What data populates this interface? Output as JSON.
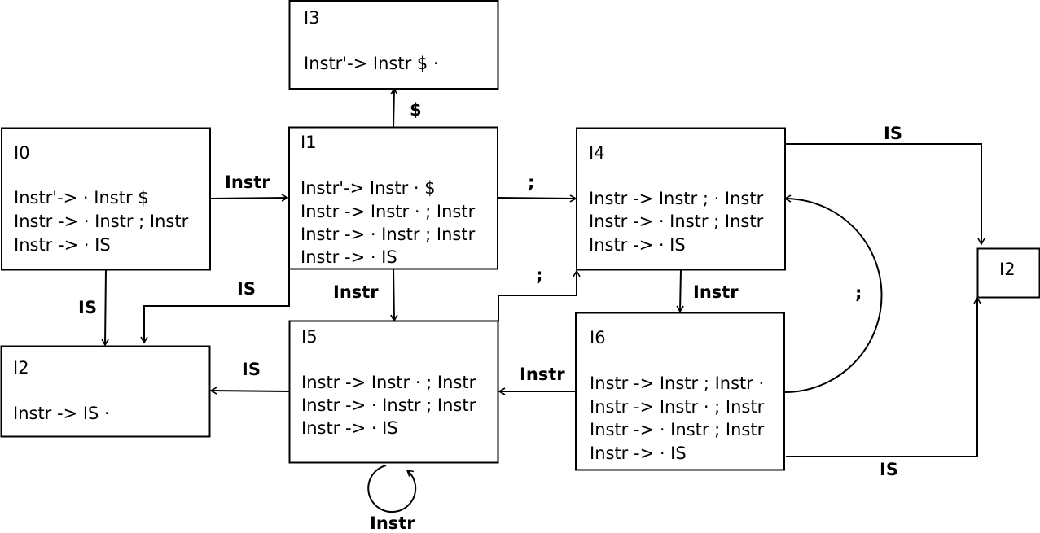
{
  "states": {
    "i0": {
      "name": "I0",
      "items": [
        "Instr'-> · Instr $",
        "Instr -> · Instr ; Instr",
        "Instr -> · IS"
      ]
    },
    "i1": {
      "name": "I1",
      "items": [
        "Instr'-> Instr · $",
        "Instr -> Instr · ; Instr",
        "Instr -> · Instr ; Instr",
        "Instr -> · IS"
      ]
    },
    "i2": {
      "name": "I2",
      "items": [
        "Instr -> IS ·"
      ]
    },
    "i2_ref": {
      "name": "I2"
    },
    "i3": {
      "name": "I3",
      "items": [
        "Instr'-> Instr $ ·"
      ]
    },
    "i4": {
      "name": "I4",
      "items": [
        "Instr -> Instr ; · Instr",
        "Instr -> · Instr ; Instr",
        "Instr -> · IS"
      ]
    },
    "i5": {
      "name": "I5",
      "items": [
        "Instr -> Instr · ; Instr",
        "Instr -> · Instr ; Instr",
        "Instr -> · IS"
      ]
    },
    "i6": {
      "name": "I6",
      "items": [
        "Instr -> Instr ; Instr ·",
        "Instr -> Instr · ; Instr",
        "Instr -> · Instr ; Instr",
        "Instr -> · IS"
      ]
    }
  },
  "transitions": [
    {
      "id": "i0-i1",
      "from": "I0",
      "to": "I1",
      "label": "Instr"
    },
    {
      "id": "i0-i2",
      "from": "I0",
      "to": "I2",
      "label": "IS"
    },
    {
      "id": "i1-i3",
      "from": "I1",
      "to": "I3",
      "label": "$"
    },
    {
      "id": "i1-i4",
      "from": "I1",
      "to": "I4",
      "label": ";"
    },
    {
      "id": "i1-i5",
      "from": "I1",
      "to": "I5",
      "label": "Instr"
    },
    {
      "id": "i1-i2",
      "from": "I1",
      "to": "I2",
      "label": "IS"
    },
    {
      "id": "i5-i2",
      "from": "I5",
      "to": "I2",
      "label": "IS"
    },
    {
      "id": "i5-i4",
      "from": "I5",
      "to": "I4",
      "label": ";"
    },
    {
      "id": "i5-i5",
      "from": "I5",
      "to": "I5",
      "label": "Instr"
    },
    {
      "id": "i4-i6",
      "from": "I4",
      "to": "I6",
      "label": "Instr"
    },
    {
      "id": "i4-i2",
      "from": "I4",
      "to": "I2",
      "label": "IS"
    },
    {
      "id": "i6-i4",
      "from": "I6",
      "to": "I4",
      "label": ";"
    },
    {
      "id": "i6-i5",
      "from": "I6",
      "to": "I5",
      "label": "Instr"
    },
    {
      "id": "i6-i2",
      "from": "I6",
      "to": "I2",
      "label": "IS"
    }
  ]
}
